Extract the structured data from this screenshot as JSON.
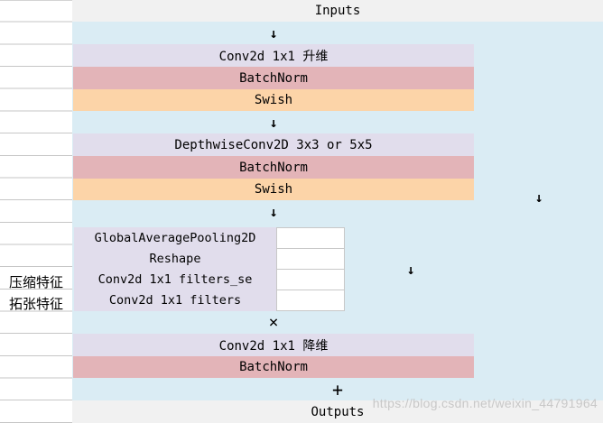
{
  "diagram": {
    "inputs": "Inputs",
    "outputs": "Outputs",
    "arrow": "↓",
    "multiply": "×",
    "plus": "+",
    "blocks": {
      "expand_conv": "Conv2d 1x1 升维",
      "batchnorm_1": "BatchNorm",
      "swish_1": "Swish",
      "depthwise_conv": "DepthwiseConv2D 3x3 or 5x5",
      "batchnorm_2": "BatchNorm",
      "swish_2": "Swish",
      "global_avg_pool": "GlobalAveragePooling2D",
      "reshape": "Reshape",
      "conv_filters_se": "Conv2d 1x1 filters_se",
      "conv_filters": "Conv2d 1x1 filters",
      "project_conv": "Conv2d 1x1 降维",
      "batchnorm_3": "BatchNorm"
    },
    "annotations": {
      "compress_label": "压缩特征",
      "expand_label": "拓张特征"
    },
    "colors": {
      "background_blue": "#daecf4",
      "conv_purple": "#e1ddec",
      "batchnorm_pink": "#e3b4b8",
      "swish_orange": "#fcd4a8",
      "header_gray": "#f1f1f1"
    }
  },
  "watermark": "https://blog.csdn.net/weixin_44791964"
}
